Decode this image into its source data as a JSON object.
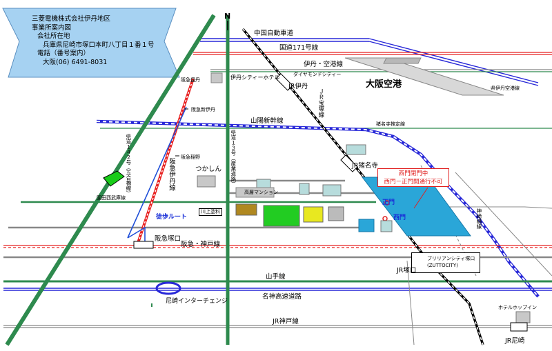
{
  "banner": {
    "company": "三菱電機株式会社伊丹地区",
    "title": "事業所案内図",
    "address_heading": "会社所在地",
    "address": "兵庫県尼崎市塚口本町八丁目１番１号",
    "phone_heading": "電話（番号案内）",
    "phone": "大阪(06) 6491-8031"
  },
  "north": "N",
  "roads": {
    "chugoku": "中国自動車道",
    "route171": "国道171号線",
    "itami_kuko": "伊丹・空港線",
    "inadera": "猪名寺推定線",
    "sanyo": "山陽新幹線",
    "hankyu_kobe": "阪急・神戸線",
    "yamate": "山手線",
    "meishin": "名神高速道路",
    "jr_kobe": "JR神戸線",
    "sonoda": "園田西武庫線",
    "kendo142": "県道１４２号（五合橋線）",
    "kendo13": "県道１３号（産業道路）",
    "kanzaki_bashi": "神崎橋線",
    "hankyu_itami": "阪急伊丹線",
    "jr_takarazuka": "ＪＲ宝塚線",
    "kuko_line": "県伊丹空港線"
  },
  "stations": {
    "hankyu_itami": "阪急伊丹",
    "shin_itami": "阪急新伊丹",
    "inano": "阪急稲野",
    "tsukaguchi_hankyu": "阪急塚口",
    "jr_itami": "JR伊丹",
    "jr_inadera": "JR猪名寺",
    "jr_tsukaguchi": "JR塚口",
    "jr_amagasaki": "JR尼崎"
  },
  "landmarks": {
    "airport": "大阪空港",
    "city_hotel": "伊丹シティーホテル",
    "diamond_city": "ダイヤモンドシティー",
    "tsukashin": "つかしん",
    "highrise": "高層マンション",
    "kawakami": "川上塗料",
    "brilliantcity": "ブリリアンシティ塚口",
    "zuttocity": "(ZUTTOCITY)",
    "hotel_hop_in": "ホテルホップイン",
    "ic": "尼崎インターチェンジ",
    "walk_route": "徒歩ルート"
  },
  "gates": {
    "main": "正門",
    "west": "西門"
  },
  "notice": {
    "line1": "西門閉門中",
    "line2": "西門－正門間通行不可"
  },
  "colors": {
    "banner": "#a6d2f2",
    "site": "#2aa6d8",
    "red_road": "#e82020",
    "blue_road": "#2828d8",
    "green_road": "#2e8a4e",
    "walk": "#2050d8"
  }
}
